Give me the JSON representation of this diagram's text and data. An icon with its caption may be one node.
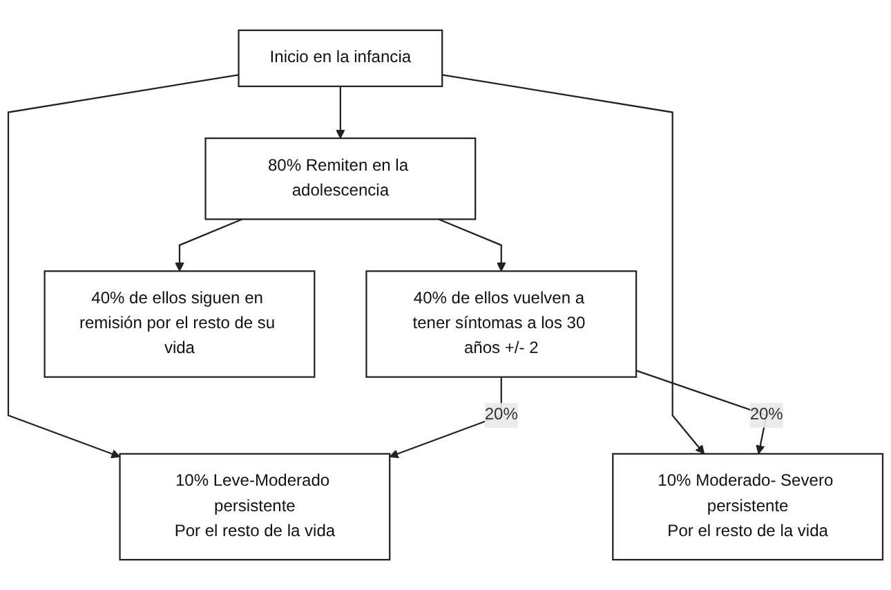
{
  "diagram": {
    "nodes": [
      {
        "text": [
          "Inicio en la infancia"
        ]
      },
      {
        "text": [
          "10% Leve-Moderado persistente",
          "Por el resto de la vida"
        ]
      },
      {
        "text": [
          "10% Moderado- Severo persistente",
          "Por el resto de la vida"
        ]
      },
      {
        "text": [
          "80% Remiten en la adolescencia"
        ]
      },
      {
        "text": [
          "40% de ellos vuelven a tener síntomas a los 30 años +/- 2"
        ]
      },
      {
        "text": [
          "40% de ellos siguen en remisión por el resto de su vida"
        ]
      }
    ],
    "edges": [
      {
        "from": 0,
        "to": 1,
        "arrow": "to"
      },
      {
        "from": 0,
        "to": 2,
        "arrow": "to"
      },
      {
        "from": 0,
        "to": 3,
        "arrow": "to"
      },
      {
        "from": 3,
        "to": 4,
        "arrow": "to"
      },
      {
        "from": 3,
        "to": 5,
        "arrow": "to"
      },
      {
        "from": 4,
        "to": 1,
        "label": "20%",
        "arrow": "to"
      },
      {
        "from": 4,
        "to": 2,
        "label": "20%",
        "arrow": "to"
      }
    ]
  }
}
